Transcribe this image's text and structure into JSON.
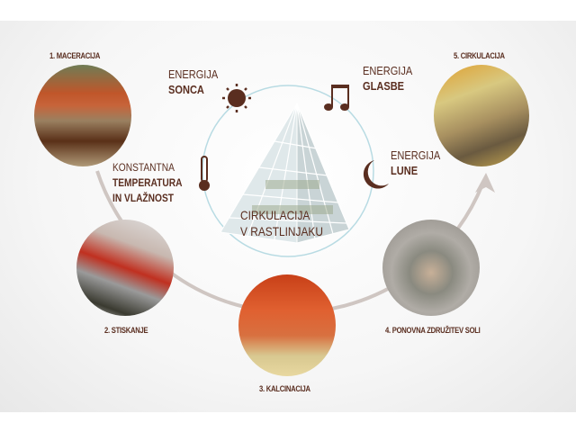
{
  "steps": [
    {
      "label": "1. MACERACIJA"
    },
    {
      "label": "2. STISKANJE"
    },
    {
      "label": "3. KALCINACIJA"
    },
    {
      "label": "4. PONOVNA ZDRUŽITEV SOLI"
    },
    {
      "label": "5. CIRKULACIJA"
    }
  ],
  "energies": {
    "sun": {
      "line1": "ENERGIJA",
      "line2": "SONCA",
      "icon": "sun-icon"
    },
    "music": {
      "line1": "ENERGIJA",
      "line2": "GLASBE",
      "icon": "music-note-icon"
    },
    "moon": {
      "line1": "ENERGIJA",
      "line2": "LUNE",
      "icon": "moon-icon"
    },
    "temperature": {
      "line1": "KONSTANTNA",
      "line2": "TEMPERATURA",
      "line3": "IN VLAŽNOST",
      "icon": "thermometer-icon"
    }
  },
  "center": {
    "line1": "CIRKULACIJA",
    "line2": "V RASTLINJAKU"
  },
  "colors": {
    "text": "#5a2e20",
    "ring": "#b8dbe3",
    "arc": "#cfc6c2"
  }
}
